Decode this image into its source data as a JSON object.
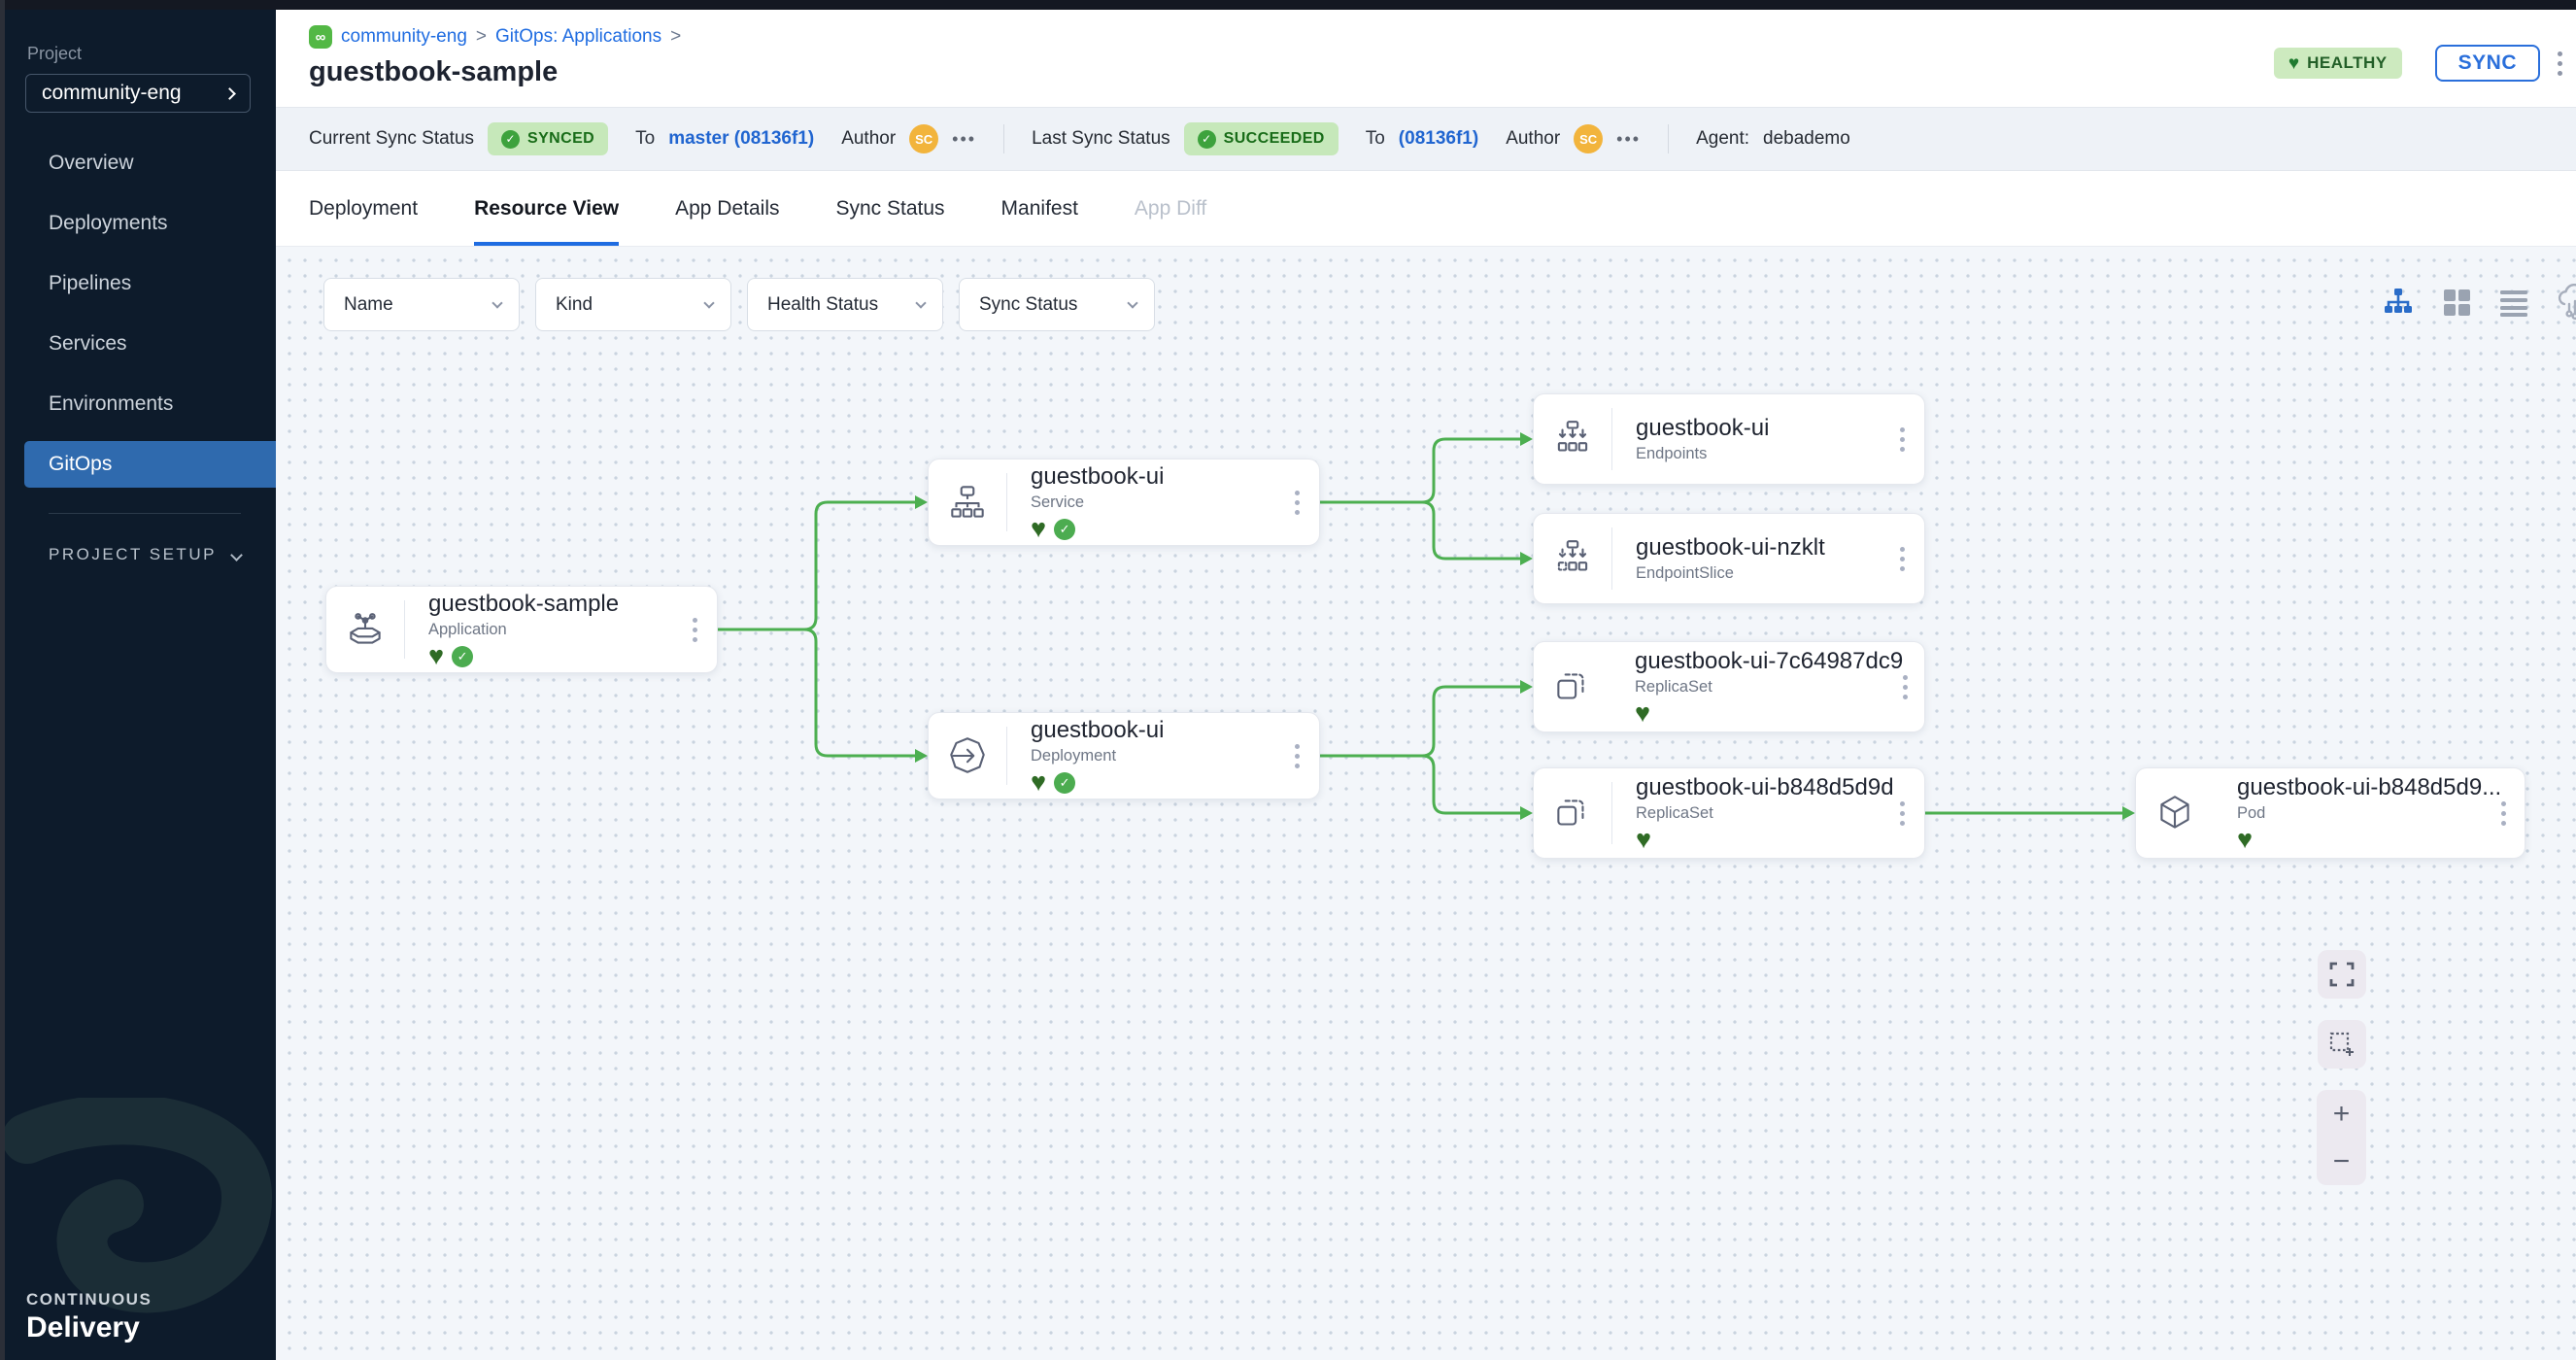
{
  "sidebar": {
    "project_label": "Project",
    "project_selector": "community-eng",
    "nav": [
      {
        "label": "Overview"
      },
      {
        "label": "Deployments"
      },
      {
        "label": "Pipelines"
      },
      {
        "label": "Services"
      },
      {
        "label": "Environments"
      },
      {
        "label": "GitOps",
        "active": true
      }
    ],
    "project_setup_label": "PROJECT SETUP",
    "brand_top": "CONTINUOUS",
    "brand_bottom": "Delivery"
  },
  "header": {
    "breadcrumb": {
      "project": "community-eng",
      "sep": ">",
      "section": "GitOps: Applications"
    },
    "title": "guestbook-sample",
    "health_badge": "HEALTHY",
    "sync_button": "SYNC"
  },
  "statusbar": {
    "current_label": "Current Sync Status",
    "current_status": "SYNCED",
    "to_label": "To",
    "current_target": "master (08136f1)",
    "author_label": "Author",
    "author_initials": "SC",
    "last_label": "Last Sync Status",
    "last_status": "SUCCEEDED",
    "last_to_label": "To",
    "last_target": "(08136f1)",
    "last_author_label": "Author",
    "last_author_initials": "SC",
    "agent_label": "Agent:",
    "agent_value": "debademo"
  },
  "tabs": [
    {
      "label": "Deployment"
    },
    {
      "label": "Resource View",
      "active": true
    },
    {
      "label": "App Details"
    },
    {
      "label": "Sync Status"
    },
    {
      "label": "Manifest"
    },
    {
      "label": "App Diff",
      "disabled": true
    }
  ],
  "filters": [
    {
      "label": "Name"
    },
    {
      "label": "Kind"
    },
    {
      "label": "Health Status"
    },
    {
      "label": "Sync Status"
    }
  ],
  "canvas": {
    "nodes": [
      {
        "title": "guestbook-sample",
        "kind": "Application",
        "healthy": true,
        "synced": true
      },
      {
        "title": "guestbook-ui",
        "kind": "Service",
        "healthy": true,
        "synced": true
      },
      {
        "title": "guestbook-ui",
        "kind": "Deployment",
        "healthy": true,
        "synced": true
      },
      {
        "title": "guestbook-ui",
        "kind": "Endpoints"
      },
      {
        "title": "guestbook-ui-nzklt",
        "kind": "EndpointSlice"
      },
      {
        "title": "guestbook-ui-7c64987dc9",
        "kind": "ReplicaSet",
        "healthy": true
      },
      {
        "title": "guestbook-ui-b848d5d9d",
        "kind": "ReplicaSet",
        "healthy": true
      },
      {
        "title": "guestbook-ui-b848d5d9...",
        "kind": "Pod",
        "healthy": true
      }
    ]
  },
  "icons": {
    "heart": "♥",
    "check": "✓",
    "more": "•••",
    "zoom_in": "+",
    "zoom_out": "−",
    "breadcrumb_glyph": "∞"
  },
  "colors": {
    "accent_blue": "#1f6ce1",
    "edge_green": "#4caf50",
    "sidebar_bg": "#0d1b2b",
    "active_nav": "#2f6aae",
    "badge_green_bg": "#c6e8ba",
    "badge_green_text": "#186c18",
    "avatar_yellow": "#f2b43c",
    "canvas_bg": "#f3f6fa"
  }
}
